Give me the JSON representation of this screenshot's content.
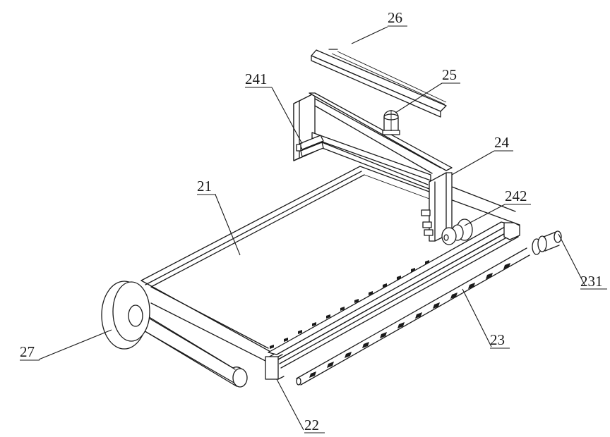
{
  "labels": {
    "l26": "26",
    "l25": "25",
    "l241": "241",
    "l24": "24",
    "l21": "21",
    "l242": "242",
    "l231": "231",
    "l23": "23",
    "l27": "27",
    "l22": "22"
  }
}
